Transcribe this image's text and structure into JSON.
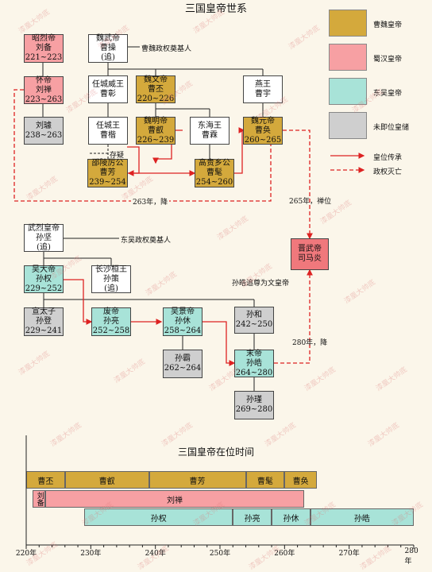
{
  "page_title": "三国皇帝世系",
  "timeline_title": "三国皇帝在位时间",
  "legend": [
    {
      "label": "曹魏皇帝",
      "color": "#d4a93c"
    },
    {
      "label": "蜀汉皇帝",
      "color": "#f7a0a3"
    },
    {
      "label": "东吴皇帝",
      "color": "#a8e3d8"
    },
    {
      "label": "未即位皇储",
      "color": "#cfcfcf"
    },
    {
      "label": "皇位传承"
    },
    {
      "label": "政权灭亡"
    }
  ],
  "nodes": {
    "liubei": {
      "line1": "昭烈帝",
      "line2": "刘备",
      "line3": "221~223"
    },
    "liushan": {
      "line1": "怀帝",
      "line2": "刘禅",
      "line3": "223~263"
    },
    "liuxuan": {
      "line1": "刘璩",
      "line2": "238~263"
    },
    "caocao": {
      "line1": "魏武帝",
      "line2": "曹操",
      "line3": "(追)"
    },
    "caozhang": {
      "line1": "任城威王",
      "line2": "曹彰"
    },
    "caokai": {
      "line1": "任城王",
      "line2": "曹楷"
    },
    "caopi": {
      "line1": "魏文帝",
      "line2": "曹丕",
      "line3": "220~226"
    },
    "caorui": {
      "line1": "魏明帝",
      "line2": "曹叡",
      "line3": "226~239"
    },
    "caoyu": {
      "line1": "燕王",
      "line2": "曹宇"
    },
    "caolin": {
      "line1": "东海王",
      "line2": "曹霖"
    },
    "caohuan": {
      "line1": "魏元帝",
      "line2": "曹奂",
      "line3": "260~265"
    },
    "caofang": {
      "line1": "邵陵厉公",
      "line2": "曹芳",
      "line3": "239~254"
    },
    "caomao": {
      "line1": "高贵乡公",
      "line2": "曹髦",
      "line3": "254~260"
    },
    "simayan": {
      "line1": "晋武帝",
      "line2": "司马炎"
    },
    "sunjian": {
      "line1": "武烈皇帝",
      "line2": "孙坚",
      "line3": "(追)"
    },
    "sunquan": {
      "line1": "吴大帝",
      "line2": "孙权",
      "line3": "229~252"
    },
    "sunce": {
      "line1": "长沙桓王",
      "line2": "孙策",
      "line3": "(追)"
    },
    "sundeng": {
      "line1": "宣太子",
      "line2": "孙登",
      "line3": "229~241"
    },
    "sunliang": {
      "line1": "废帝",
      "line2": "孙亮",
      "line3": "252~258"
    },
    "sunxiu": {
      "line1": "吴景帝",
      "line2": "孙休",
      "line3": "258~264"
    },
    "sunhe": {
      "line1": "孙和",
      "line2": "242~250"
    },
    "sunhao": {
      "line1": "末帝",
      "line2": "孙皓",
      "line3": "264~280"
    },
    "sunwan": {
      "line1": "孙霸",
      "line2": "262~264"
    },
    "sunjin": {
      "line1": "孙瑾",
      "line2": "269~280"
    }
  },
  "annotations": {
    "wei_founder": "曹魏政权奠基人",
    "wu_founder": "东吴政权奠基人",
    "cunyi": "存疑",
    "shu_fall": "263年，降",
    "wei_abdicate": "265年，禅位",
    "wu_fall": "280年，降",
    "sunhe_note": "孙皓追尊为文皇帝"
  },
  "chart_data": {
    "type": "bar",
    "title": "三国皇帝在位时间",
    "xlim": [
      220,
      280
    ],
    "xticks": [
      "220年",
      "230年",
      "240年",
      "250年",
      "260年",
      "270年",
      "280年"
    ],
    "rows": [
      {
        "color": "#d4a93c",
        "segments": [
          {
            "name": "曹丕",
            "start": 220,
            "end": 226
          },
          {
            "name": "曹叡",
            "start": 226,
            "end": 239
          },
          {
            "name": "曹芳",
            "start": 239,
            "end": 254
          },
          {
            "name": "曹髦",
            "start": 254,
            "end": 260
          },
          {
            "name": "曹奂",
            "start": 260,
            "end": 265
          }
        ]
      },
      {
        "color": "#f7a0a3",
        "segments": [
          {
            "name": "刘备",
            "start": 221,
            "end": 223
          },
          {
            "name": "刘禅",
            "start": 223,
            "end": 263
          }
        ]
      },
      {
        "color": "#a8e3d8",
        "segments": [
          {
            "name": "孙权",
            "start": 229,
            "end": 252
          },
          {
            "name": "孙亮",
            "start": 252,
            "end": 258
          },
          {
            "name": "孙休",
            "start": 258,
            "end": 264
          },
          {
            "name": "孙皓",
            "start": 264,
            "end": 280
          }
        ]
      }
    ]
  },
  "watermark": "漆凰大帅底"
}
